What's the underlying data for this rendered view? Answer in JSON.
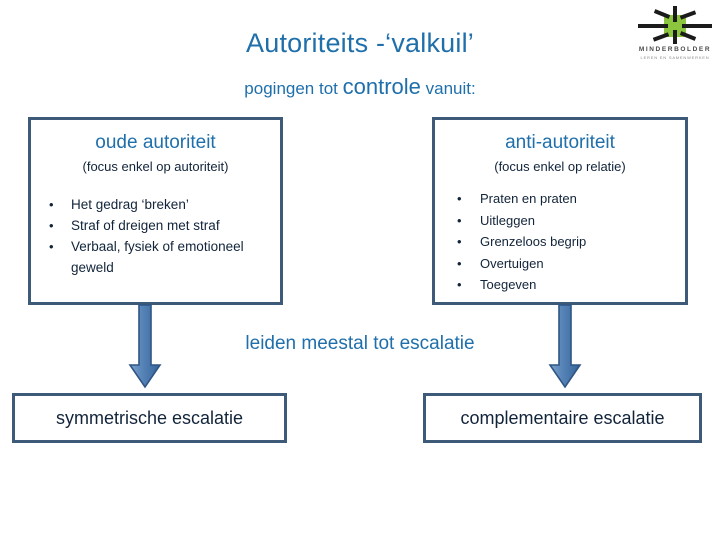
{
  "logo": {
    "name": "MINDERBOLDER",
    "tagline": "LEREN EN SAMENWERKEN",
    "green_color": "#8cc63f",
    "mark_color": "#1b1b1b",
    "icon": "pinwheel-cross-logo-icon"
  },
  "title": "Autoriteits -‘valkuil’",
  "subtitle": {
    "before": "pogingen tot ",
    "emphasis": "controle",
    "after": " vanuit:"
  },
  "colors": {
    "accent_blue": "#1f6fab",
    "border_blue": "#3d5a78",
    "text_navy": "#12243a",
    "arrow_light": "#6b96c4",
    "arrow_dark": "#3a6ea5",
    "arrow_outline": "#2f5584"
  },
  "boxes": {
    "old_authority": {
      "heading": "oude autoriteit",
      "subheading": "(focus enkel op autoriteit)",
      "bullet_glyph": "•",
      "items": [
        "Het gedrag ‘breken’",
        "Straf of dreigen met straf",
        "Verbaal, fysiek of emotioneel geweld"
      ]
    },
    "anti_authority": {
      "heading": "anti-autoriteit",
      "subheading": "(focus enkel op relatie)",
      "bullet_glyph": "•",
      "items": [
        "Praten en praten",
        "Uitleggen",
        "Grenzeloos begrip",
        "Overtuigen",
        "Toegeven"
      ]
    }
  },
  "middle_caption": "leiden meestal tot escalatie",
  "outcomes": {
    "left": "symmetrische escalatie",
    "right": "complementaire escalatie"
  },
  "arrows": {
    "left_icon": "down-arrow-icon",
    "right_icon": "down-arrow-icon"
  }
}
